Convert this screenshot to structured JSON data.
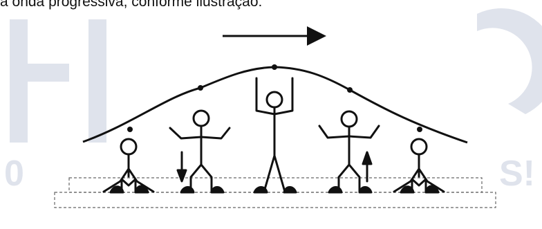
{
  "caption": {
    "text": "a onda progressiva, conforme ilustração:"
  },
  "watermark": {
    "color": "#dfe3ec",
    "left_fragment": "0",
    "right_fragment": "S!"
  },
  "figure": {
    "stroke_color": "#111111",
    "dash_color": "#666666",
    "people": [
      {
        "pose": "crouch"
      },
      {
        "pose": "half-down",
        "arrow": "down"
      },
      {
        "pose": "standing-arms-up"
      },
      {
        "pose": "half-up",
        "arrow": "up"
      },
      {
        "pose": "crouch"
      }
    ],
    "direction_arrow": "right"
  }
}
